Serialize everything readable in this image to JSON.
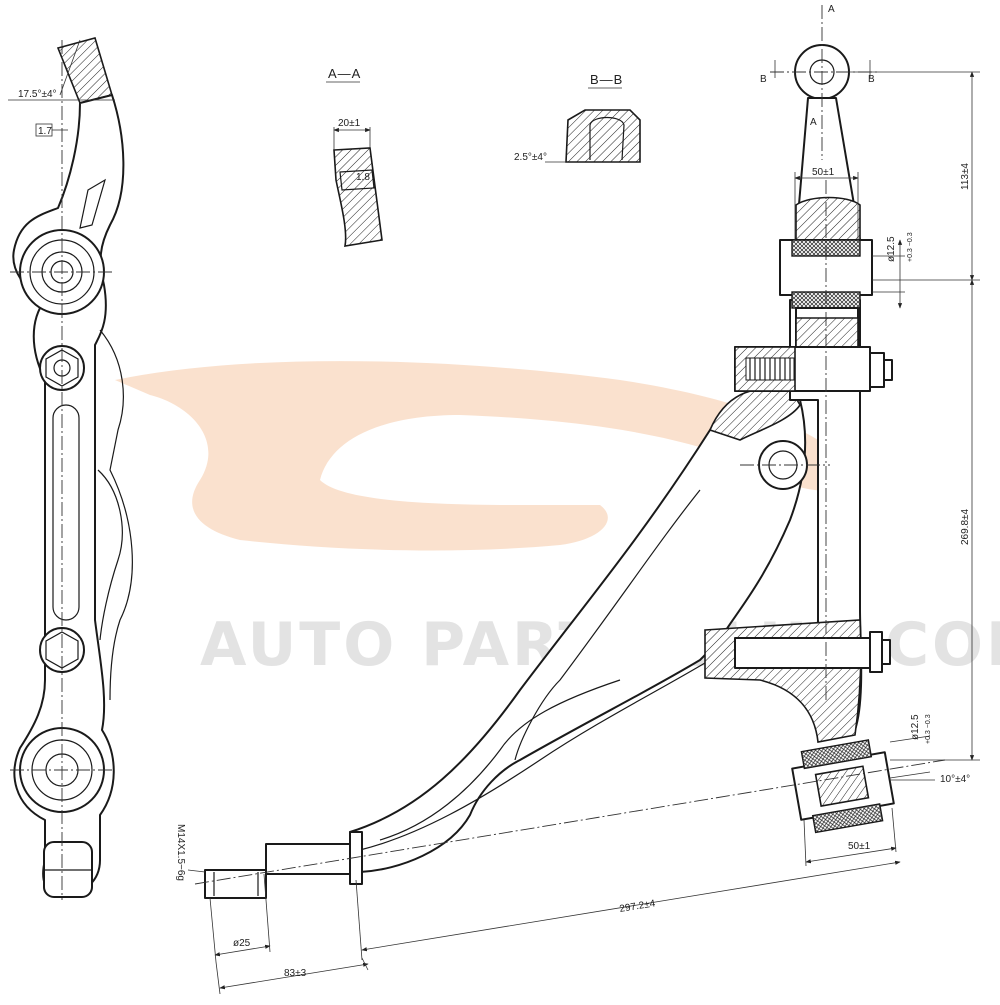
{
  "watermark": {
    "text": "AUTO PARTS CLUB.COM",
    "logo_color": "#f6c9a5",
    "text_color": "#e3e3e3"
  },
  "sections": {
    "aa": "A—A",
    "bb": "B—B"
  },
  "section_markers": {
    "a_top": "A",
    "a_bottom": "A",
    "b_left": "B",
    "b_right": "B"
  },
  "dimensions": {
    "angle_17": "17.5°±4°",
    "box_17": "1.7",
    "width_20": "20±1",
    "box_18": "1.8",
    "angle_2_5": "2.5°±4°",
    "width_50_top": "50±1",
    "dia_top": "ø12.5",
    "dia_top_tol": "+0.3 −0.3",
    "height_113": "113±4",
    "height_269": "269.8±4",
    "dia_bottom": "ø12.5",
    "dia_bottom_tol": "+0.3 −0.3",
    "angle_10": "10°±4°",
    "width_50_bottom": "50±1",
    "thread": "M14X1.5−6g",
    "length_297": "297.2±4",
    "dia_25": "ø25",
    "length_83": "83±3"
  }
}
